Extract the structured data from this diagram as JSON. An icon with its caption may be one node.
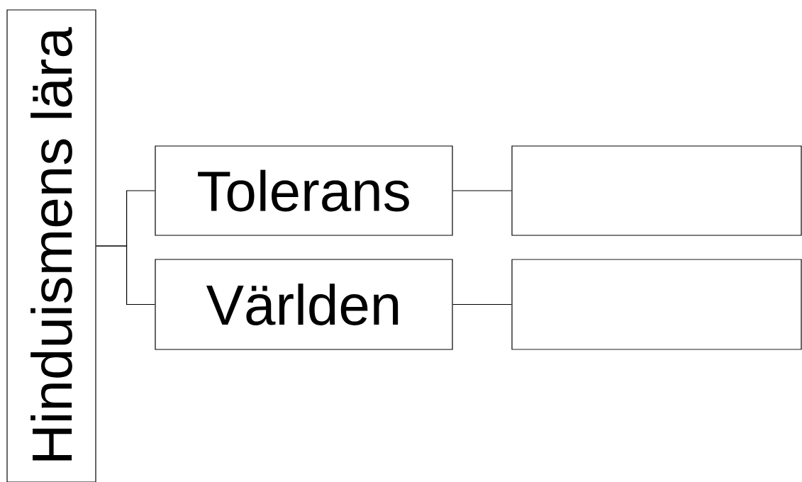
{
  "diagram": {
    "nodes": [
      {
        "text": [
          "Hinduismens lära"
        ]
      },
      {
        "text": [
          "Tolerans"
        ]
      },
      {
        "text": [
          "Världen"
        ]
      },
      {
        "text": [],
        "shape": "box"
      },
      {
        "text": [],
        "shape": "box"
      }
    ],
    "edges": [
      {
        "from": 0,
        "to": 1,
        "arrow": "none"
      },
      {
        "from": 0,
        "to": 2,
        "arrow": "none"
      },
      {
        "from": 1,
        "to": 3,
        "arrow": "none"
      },
      {
        "from": 2,
        "to": 4,
        "arrow": "none"
      }
    ]
  }
}
